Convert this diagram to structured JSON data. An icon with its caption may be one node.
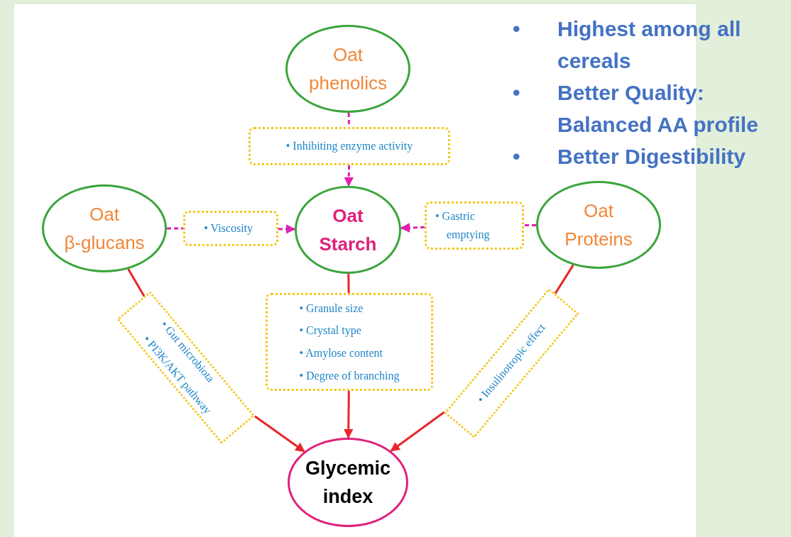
{
  "diagram": {
    "nodes": [
      {
        "text": [
          "Oat phenolics"
        ]
      },
      {
        "text": [
          "• Inhibiting enzyme activity"
        ]
      },
      {
        "text": [
          "Oat β-glucans"
        ]
      },
      {
        "text": [
          "• Viscosity"
        ]
      },
      {
        "text": [
          "Oat Starch"
        ]
      },
      {
        "text": [
          "• Gastric emptying"
        ]
      },
      {
        "text": [
          "Oat Proteins"
        ]
      },
      {
        "text": [
          "• Gut microbiota",
          "• PI3K/AKT pathway"
        ]
      },
      {
        "text": [
          "• Granule size",
          "• Crystal type",
          "• Amylose content",
          "• Degree of branching"
        ]
      },
      {
        "text": [
          "• Insulinotropic effect"
        ]
      },
      {
        "text": [
          "Glycemic index"
        ]
      }
    ],
    "edges": [
      {
        "from": 0,
        "to": 1,
        "arrow": "none",
        "style": "dashed",
        "color": "#e020b0"
      },
      {
        "from": 1,
        "to": 4,
        "arrow": "to",
        "style": "dashed",
        "color": "#e020b0"
      },
      {
        "from": 2,
        "to": 3,
        "arrow": "none",
        "style": "dashed",
        "color": "#e020b0"
      },
      {
        "from": 3,
        "to": 4,
        "arrow": "to",
        "style": "dashed",
        "color": "#e020b0"
      },
      {
        "from": 6,
        "to": 5,
        "arrow": "none",
        "style": "dashed",
        "color": "#e020b0"
      },
      {
        "from": 5,
        "to": 4,
        "arrow": "to",
        "style": "dashed",
        "color": "#e020b0"
      },
      {
        "from": 2,
        "to": 7,
        "arrow": "none",
        "color": "#e8262a"
      },
      {
        "from": 7,
        "to": 10,
        "arrow": "to",
        "color": "#e8262a"
      },
      {
        "from": 4,
        "to": 8,
        "arrow": "none",
        "color": "#e8262a"
      },
      {
        "from": 8,
        "to": 10,
        "arrow": "to",
        "color": "#e8262a"
      },
      {
        "from": 6,
        "to": 9,
        "arrow": "none",
        "color": "#e8262a"
      },
      {
        "from": 9,
        "to": 10,
        "arrow": "to",
        "color": "#e8262a"
      }
    ],
    "labels": [
      "•",
      "Highest among all cereals",
      "•",
      "Better Quality: Balanced AA profile",
      "•",
      "Better Digestibility"
    ]
  }
}
